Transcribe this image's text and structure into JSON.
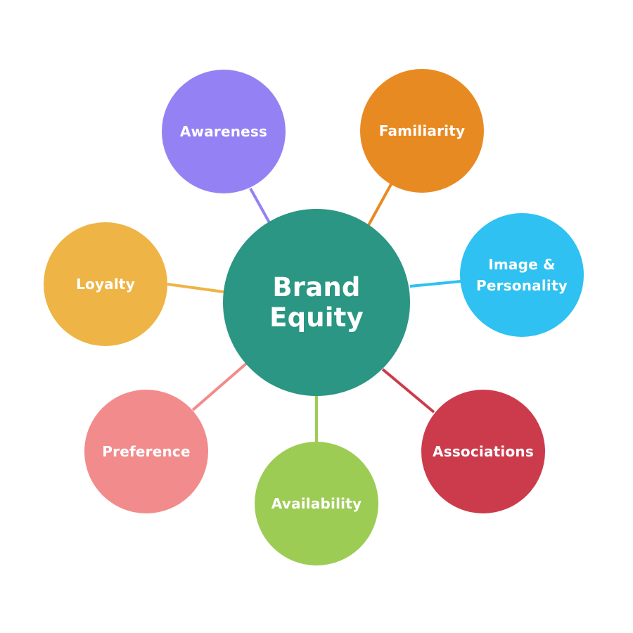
{
  "center": {
    "label": "Brand Equity",
    "color": "#2a9683"
  },
  "nodes": [
    {
      "id": "awareness",
      "label": "Awareness",
      "color": "#9482f4"
    },
    {
      "id": "familiarity",
      "label": "Familiarity",
      "color": "#e88a22"
    },
    {
      "id": "image",
      "label": "Image &\nPersonality",
      "color": "#2ec1f1"
    },
    {
      "id": "associations",
      "label": "Associations",
      "color": "#cc3b4c"
    },
    {
      "id": "availability",
      "label": "Availability",
      "color": "#9dcc55"
    },
    {
      "id": "preference",
      "label": "Preference",
      "color": "#f28b8b"
    },
    {
      "id": "loyalty",
      "label": "Loyalty",
      "color": "#eeb445"
    }
  ]
}
